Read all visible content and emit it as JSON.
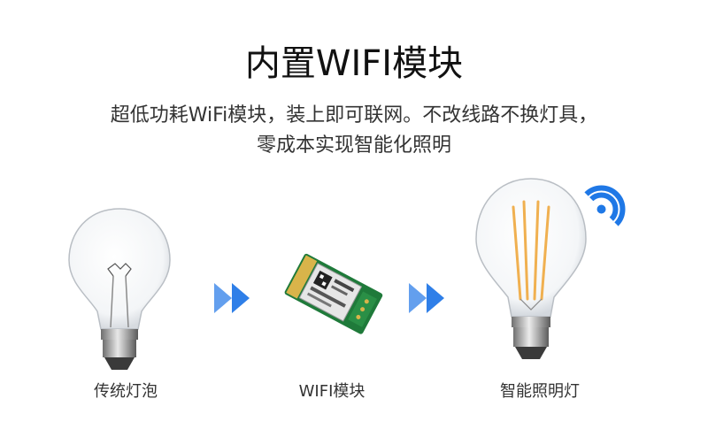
{
  "title": "内置WIFI模块",
  "subtitle": {
    "line1": "超低功耗WiFi模块，装上即可联网。不改线路不换灯具，",
    "line2": "零成本实现智能化照明"
  },
  "items": [
    {
      "label": "传统灯泡",
      "icon": "incandescent-bulb-icon"
    },
    {
      "label": "WIFI模块",
      "icon": "wifi-module-board-icon"
    },
    {
      "label": "智能照明灯",
      "icon": "filament-smart-bulb-icon"
    }
  ],
  "colors": {
    "arrow_blue": "#2f7fe8",
    "wifi_blue": "#1f78e6",
    "pcb_green": "#1f7a3a",
    "filament_amber": "#f0b050"
  }
}
